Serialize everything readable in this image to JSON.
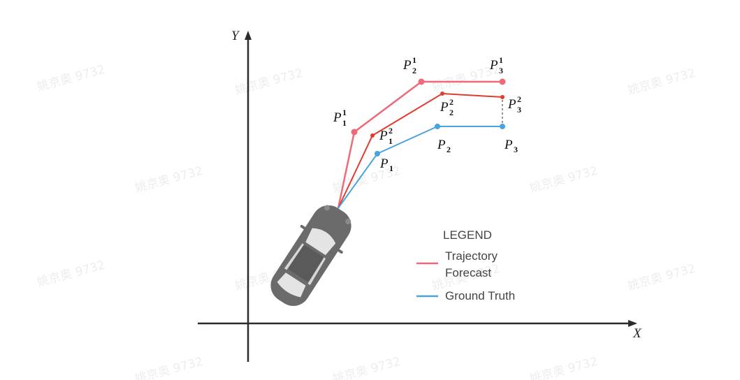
{
  "watermark": "姚京奥 9732",
  "axes": {
    "x_label": "X",
    "y_label": "Y"
  },
  "points": {
    "forecast1": [
      {
        "main": "P",
        "sub": "1",
        "sup": "1"
      },
      {
        "main": "P",
        "sub": "2",
        "sup": "1"
      },
      {
        "main": "P",
        "sub": "3",
        "sup": "1"
      }
    ],
    "forecast2": [
      {
        "main": "P",
        "sub": "1",
        "sup": "2"
      },
      {
        "main": "P",
        "sub": "2",
        "sup": "2"
      },
      {
        "main": "P",
        "sub": "3",
        "sup": "2"
      }
    ],
    "ground_truth": [
      {
        "main": "P",
        "sub": "1"
      },
      {
        "main": "P",
        "sub": "2"
      },
      {
        "main": "P",
        "sub": "3"
      }
    ]
  },
  "legend": {
    "title": "LEGEND",
    "forecast_line1": "Trajectory",
    "forecast_line2": "Forecast",
    "ground_truth": "Ground Truth"
  },
  "colors": {
    "forecast1": "#ee6a78",
    "forecast2": "#e23b2f",
    "ground_truth": "#4aa3dc",
    "axis": "#2b2b2b",
    "car_body": "#6b6b6b",
    "car_window": "#e4e4e4"
  }
}
